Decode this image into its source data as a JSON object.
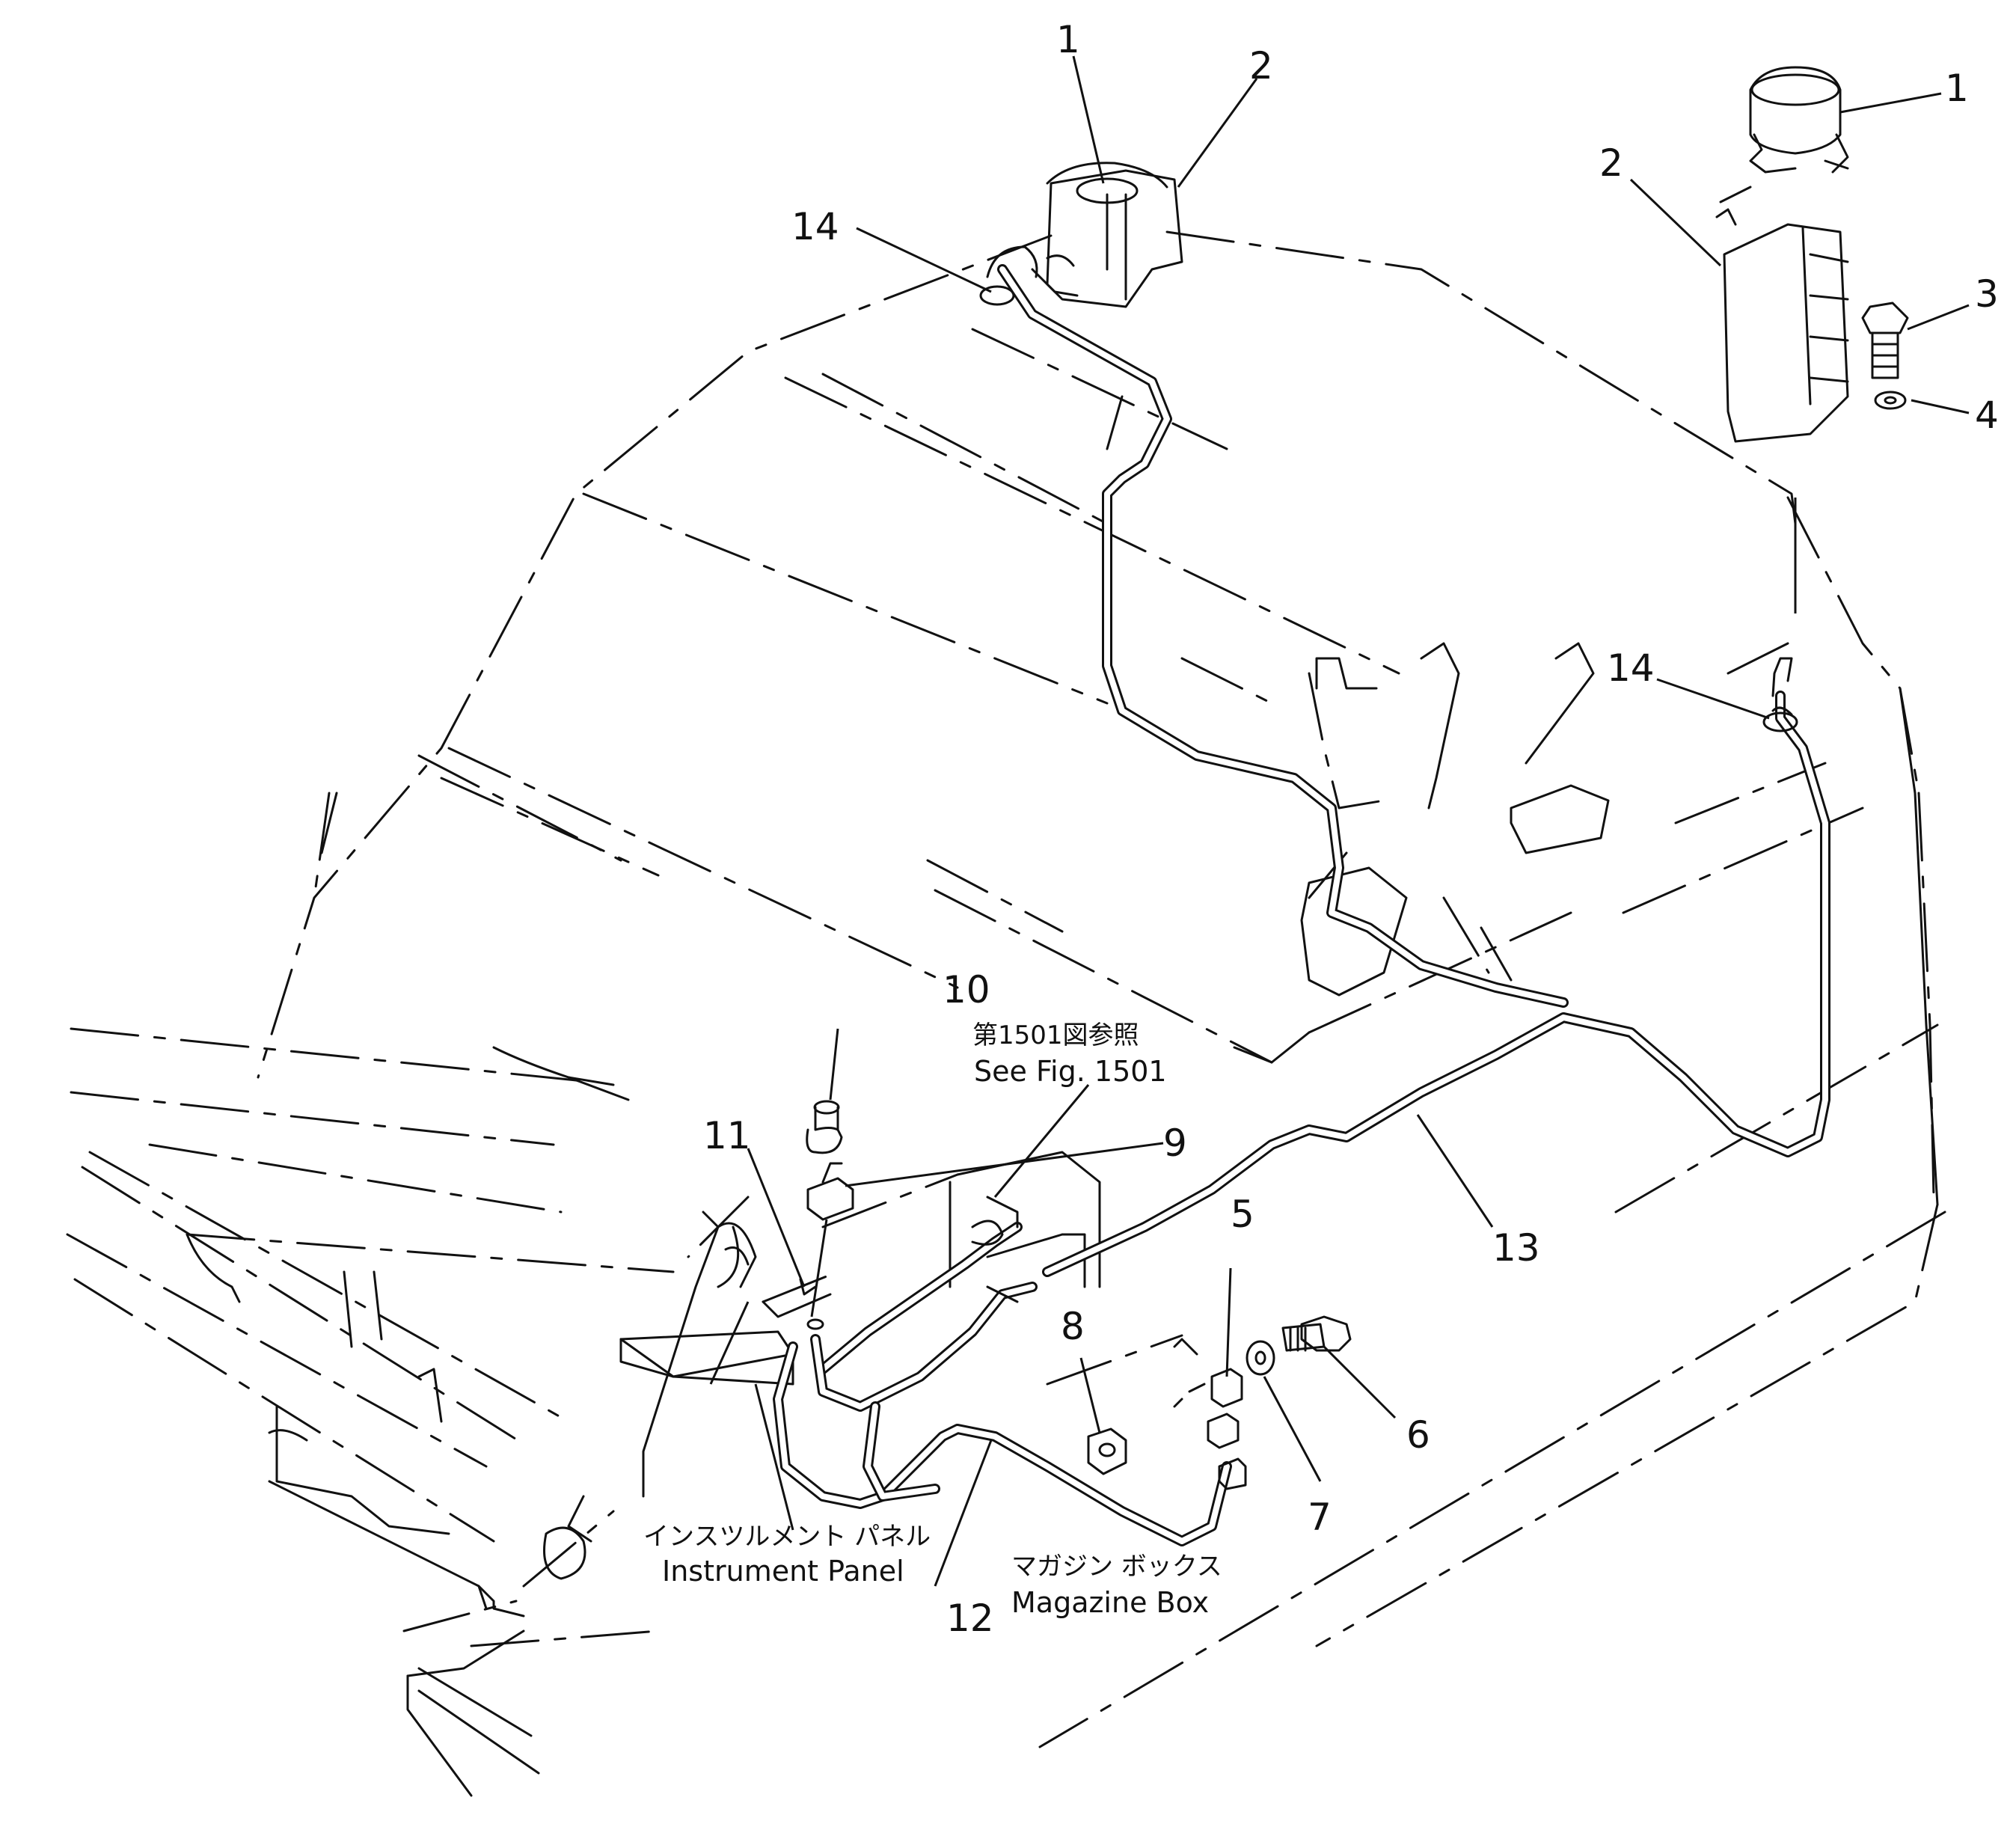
{
  "callouts": {
    "c1_left": "1",
    "c2_left": "2",
    "c14_left": "14",
    "c1_right": "1",
    "c2_right": "2",
    "c3": "3",
    "c4": "4",
    "c14_right": "14",
    "c10": "10",
    "c11": "11",
    "c9": "9",
    "c5": "5",
    "c8": "8",
    "c6": "6",
    "c7": "7",
    "c13": "13",
    "c12": "12"
  },
  "notes": {
    "see_fig_jp": "第1501図参照",
    "see_fig_en": "See Fig. 1501",
    "instrument_panel_jp": "インスツルメント パネル",
    "instrument_panel_en": "Instrument Panel",
    "magazine_box_jp": "マガジン ボックス",
    "magazine_box_en": "Magazine Box"
  }
}
